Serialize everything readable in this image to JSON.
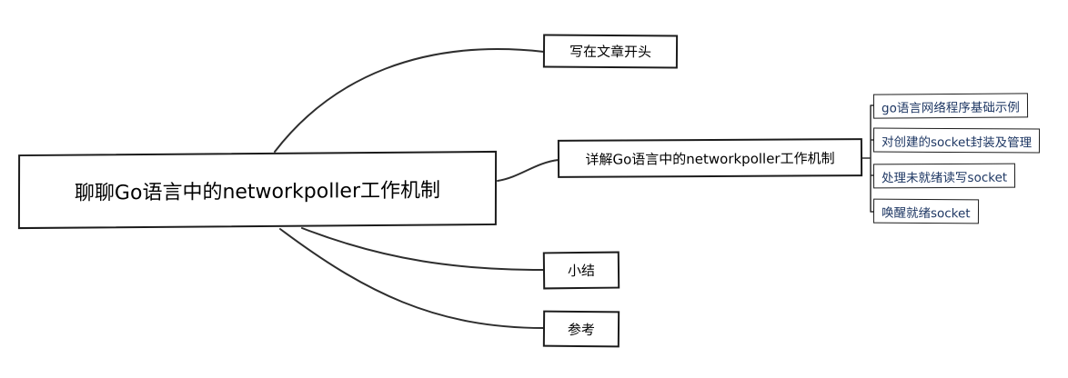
{
  "mindmap": {
    "root": {
      "label": "聊聊Go语言中的networkpoller工作机制"
    },
    "branches": [
      {
        "label": "写在文章开头"
      },
      {
        "label": "详解Go语言中的networkpoller工作机制",
        "children": [
          {
            "label": "go语言网络程序基础示例"
          },
          {
            "label": "对创建的socket封装及管理"
          },
          {
            "label": "处理未就绪读写socket"
          },
          {
            "label": "唤醒就绪socket"
          }
        ]
      },
      {
        "label": "小结"
      },
      {
        "label": "参考"
      }
    ],
    "colors": {
      "line": "#2e2e2e",
      "node_border": "#1c1c1c",
      "node_background": "#ffffff",
      "branch_text": "#000000",
      "subtopic_text": "#1f3864"
    }
  }
}
